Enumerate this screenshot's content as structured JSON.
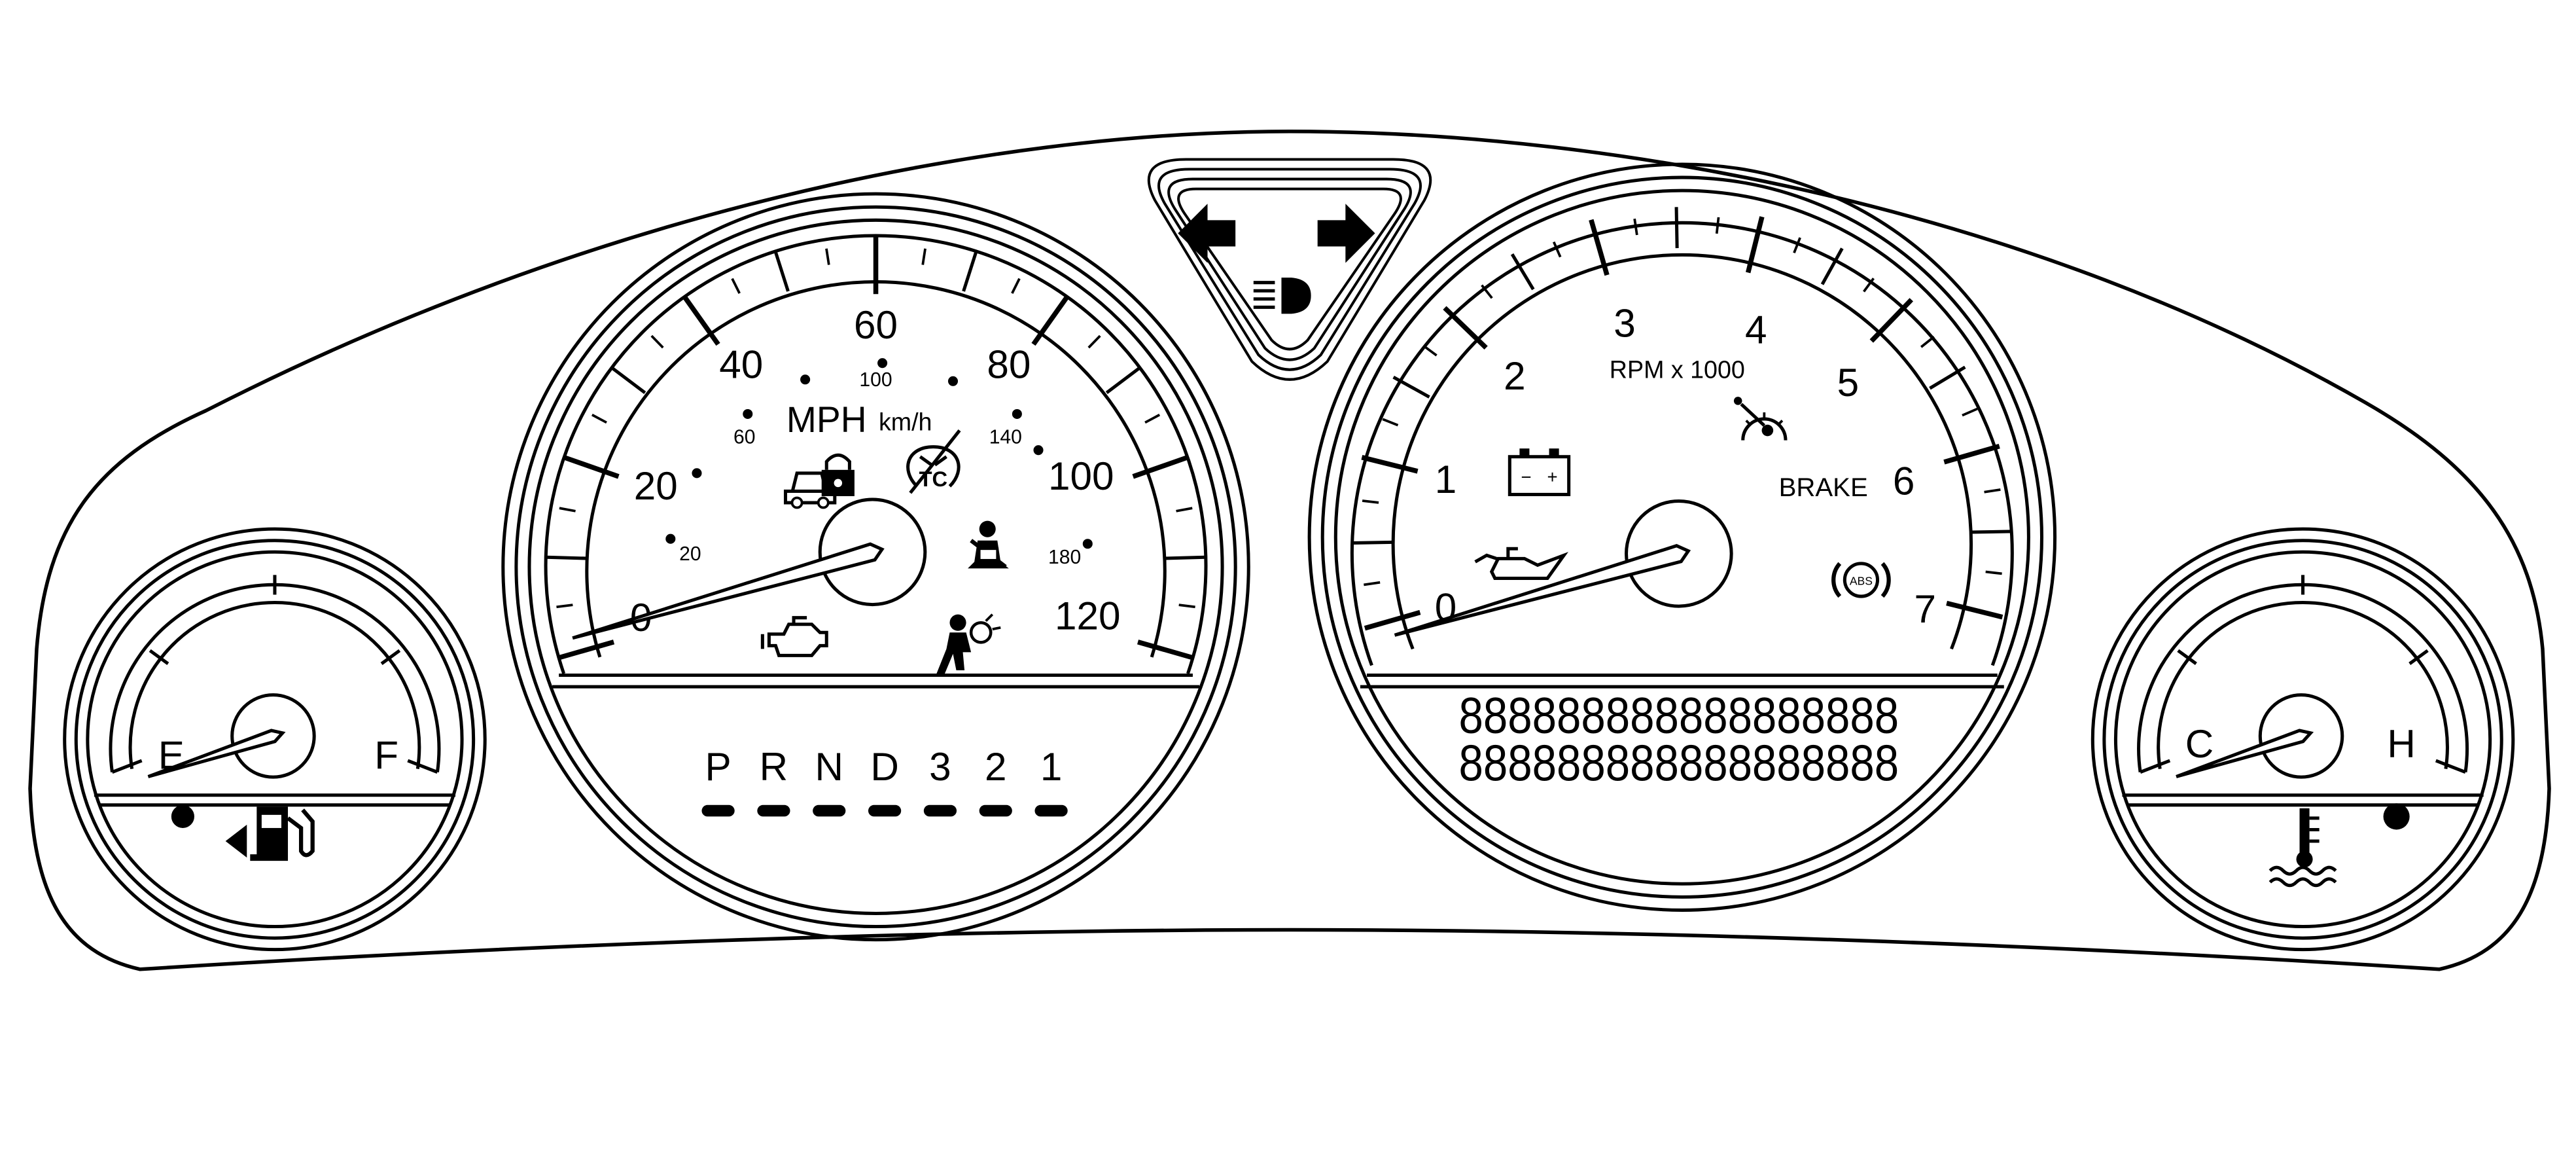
{
  "speedometer": {
    "mph_label": "MPH",
    "kmh_label": "km/h",
    "mph_ticks": [
      "0",
      "20",
      "40",
      "60",
      "80",
      "100",
      "120"
    ],
    "kmh_ticks": [
      "20",
      "60",
      "100",
      "140",
      "180"
    ],
    "needle_value_mph": 0
  },
  "tachometer": {
    "label": "RPM x 1000",
    "ticks": [
      "0",
      "1",
      "2",
      "3",
      "4",
      "5",
      "6",
      "7"
    ],
    "brake_label": "BRAKE",
    "abs_label": "ABS",
    "needle_value": 0
  },
  "prndl": {
    "gears": [
      "P",
      "R",
      "N",
      "D",
      "3",
      "2",
      "1"
    ]
  },
  "fuel_gauge": {
    "empty_label": "E",
    "full_label": "F",
    "level_fraction": 0
  },
  "temp_gauge": {
    "cold_label": "C",
    "hot_label": "H",
    "level_fraction": 0
  },
  "battery_icon": {
    "minus": "−",
    "plus": "+"
  },
  "odometer_display": {
    "line1": "888888888888888888",
    "line2": "888888888888888888"
  },
  "icons": [
    "left-turn-signal-icon",
    "right-turn-signal-icon",
    "high-beam-icon",
    "security-icon",
    "traction-control-icon",
    "seatbelt-icon",
    "check-engine-icon",
    "airbag-icon",
    "battery-icon",
    "oil-pressure-icon",
    "cruise-control-icon",
    "abs-icon",
    "fuel-pump-icon",
    "coolant-temp-icon"
  ]
}
